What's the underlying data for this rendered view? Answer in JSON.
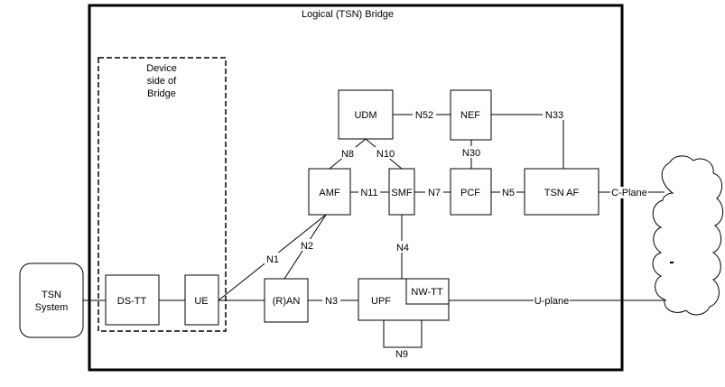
{
  "title": "Logical (TSN) Bridge",
  "device_side_label": [
    "Device",
    "side of",
    "Bridge"
  ],
  "nodes": {
    "tsn_system": [
      "TSN",
      "System"
    ],
    "ds_tt": "DS-TT",
    "ue": "UE",
    "ran": "(R)AN",
    "upf": "UPF",
    "nw_tt": "NW-TT",
    "amf": "AMF",
    "smf": "SMF",
    "pcf": "PCF",
    "tsn_af": "TSN AF",
    "udm": "UDM",
    "nef": "NEF"
  },
  "interfaces": {
    "n1": "N1",
    "n2": "N2",
    "n3": "N3",
    "n4": "N4",
    "n5": "N5",
    "n7": "N7",
    "n8": "N8",
    "n9": "N9",
    "n10": "N10",
    "n11": "N11",
    "n30": "N30",
    "n33": "N33",
    "n52": "N52"
  },
  "planes": {
    "control": "C-Plane",
    "user": "U-plane"
  }
}
